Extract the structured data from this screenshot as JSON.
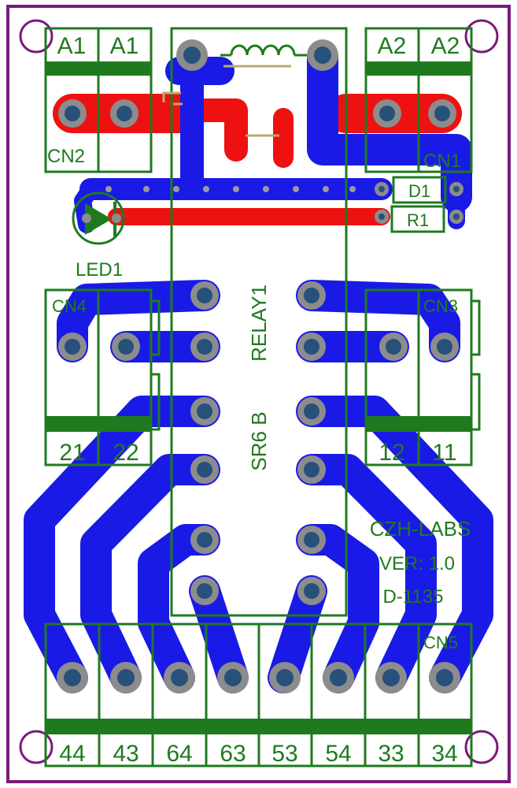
{
  "colors": {
    "background": "#ffffff",
    "outline": "#7a1a7a",
    "copper_bottom": "#1a1ae6",
    "copper_top": "#ee1111",
    "silkscreen": "#1f7a1f",
    "pad_ring": "#8c8c8c",
    "pad_hole": "#27507a",
    "drawing": "#b7ad6b"
  },
  "connectors": {
    "cn1": {
      "ref": "CN1",
      "pins": [
        "A2",
        "A2"
      ]
    },
    "cn2": {
      "ref": "CN2",
      "pins": [
        "A1",
        "A1"
      ]
    },
    "cn3": {
      "ref": "CN3",
      "pins": [
        "12",
        "11"
      ]
    },
    "cn4": {
      "ref": "CN4",
      "pins": [
        "21",
        "22"
      ]
    },
    "cn5": {
      "ref": "CN5",
      "pins": [
        "44",
        "43",
        "64",
        "63",
        "53",
        "54",
        "33",
        "34"
      ]
    }
  },
  "components": {
    "d1": "D1",
    "r1": "R1",
    "led1": "LED1",
    "relay_ref": "RELAY1",
    "relay_type": "SR6 B"
  },
  "board_info": {
    "maker": "CZH-LABS",
    "version": "VER: 1.0",
    "part_no": "D-1135"
  }
}
